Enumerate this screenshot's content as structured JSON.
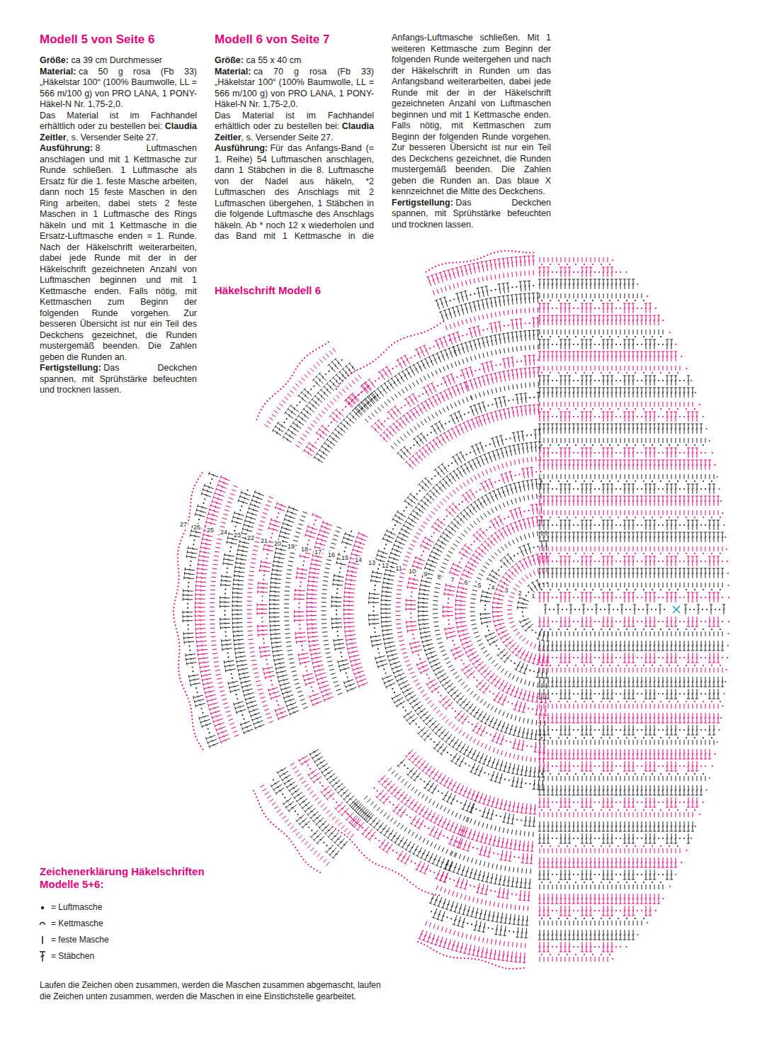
{
  "diagram": {
    "labels": [
      "Modell 5 von Seite 6",
      "Größe:",
      "ca 39 cm Durchmesser",
      "Material:",
      "ca 50 g rosa (Fb 33) „Häkelstar 100“ (100% Baumwolle, LL = 566 m/100 g) von PRO LANA, 1 PONY-Häkel-N Nr. 1,75-2,0.",
      "Das Material ist im Fachhandel erhältlich oder zu bestellen bei:",
      "Claudia Zeitler",
      ", s. Versender Seite 27.",
      "Ausführung:",
      "8 Luftmaschen anschlagen und mit 1 Kettmasche zur Runde schließen. 1 Luftmasche als Ersatz für die 1. feste Masche arbeiten, dann noch 15 feste Maschen in den Ring arbeiten, dabei stets 2 feste Maschen in 1 Luftmasche des Rings häkeln und mit 1 Kettmasche in die Ersatz-Luftmasche enden = 1. Runde. Nach der Häkelschrift weiterarbeiten, dabei jede Runde mit der in der Häkelschrift gezeichneten Anzahl von Luftmaschen beginnen und mit 1 Kettmasche enden. Falls nötig, mit Kettmaschen zum Beginn der folgenden Runde vorgehen. Zur besseren Übersicht ist nur ein Teil des Deckchens gezeichnet, die Runden mustergemäß beenden. Die Zahlen geben die Runden an.",
      "Fertigstellung:",
      "Das Deckchen spannen, mit Sprühstärke befeuchten und trocknen lassen.",
      "Modell 6 von Seite 7",
      "Größe:",
      "ca 55 x 40 cm",
      "Material:",
      "ca 70 g rosa (Fb 33) „Häkelstar 100“ (100% Baumwolle, LL = 566 m/100 g) von PRO LANA, 1 PONY-Häkel-N Nr. 1,75-2,0.",
      "Das Material ist im Fachhandel erhältlich oder zu bestellen bei:",
      "Claudia Zeitler",
      ", s. Versender Seite 27.",
      "Ausführung:",
      "Für das Anfangs-Band (= 1. Reihe) 54 Luftmaschen anschlagen, dann 1 Stäbchen in die 8. Luftmasche von der Nadel aus häkeln, *2 Luftmaschen des Anschlags mit 2 Luftmaschen übergehen, 1 Stäbchen in die folgende Luftmasche des Anschlags häkeln. Ab * noch 12 x wiederholen und das Band mit 1 Kettmasche in die Anfangs-Luftmasche schließen. Mit 1 weiteren Kettmasche zum Beginn der folgenden Runde weitergehen und nach der Häkelschrift in Runden um das Anfangsband weiterarbeiten, dabei jede Runde mit der in der Häkelschrift gezeichneten Anzahl von Luftmaschen beginnen und mit 1 Kettmasche enden. Falls nötig, mit Kettmaschen zum Beginn der folgenden Runde vorgehen. Zur besseren Übersicht ist nur ein Teil des Deckchens gezeichnet, die Runden mustergemäß beenden. Die Zahlen geben die Runden an. Das blaue X kennzeichnet die Mitte des Deckchens.",
      "Fertigstellung:",
      "Das Deckchen spannen, mit Sprühstärke befeuchten und trocknen lassen.",
      "Häkelschrift Modell 6",
      "Zeichenerklärung Häkelschriften Modelle 5+6:",
      "Laufen die Zeichen oben zusammen, werden die Maschen zusammen abgemascht, laufen die Zeichen unten zusammen, werden die Maschen in eine Einstichstelle gearbeitet.",
      "1",
      "2",
      "3",
      "4",
      "5",
      "6",
      "7",
      "8",
      "9",
      "10",
      "11",
      "12",
      "13",
      "14",
      "15",
      "16",
      "17",
      "18",
      "19",
      "20",
      "21",
      "22",
      "23",
      "24",
      "25",
      "26",
      "27"
    ],
    "legend": [
      {
        "text": "= Luftmasche"
      },
      {
        "text": "= Kettmasche"
      },
      {
        "text": "= feste Masche"
      },
      {
        "text": "= Stäbchen"
      }
    ]
  }
}
